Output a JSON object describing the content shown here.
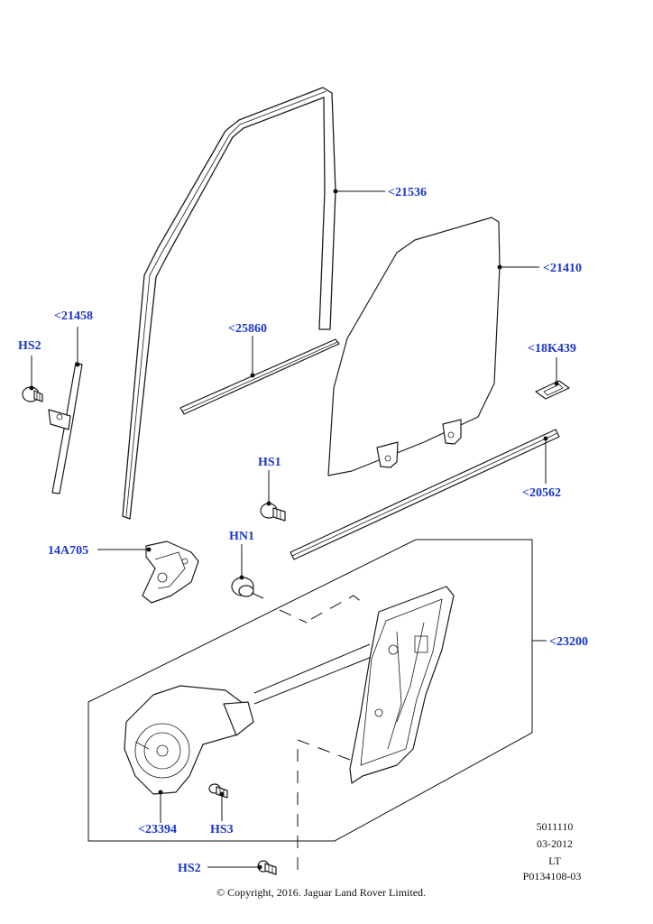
{
  "callouts": {
    "c21536": "<21536",
    "c21410": "<21410",
    "c21458": "<21458",
    "c25860": "<25860",
    "c18K439": "<18K439",
    "cHS2a": "HS2",
    "cHS1": "HS1",
    "c20562": "<20562",
    "c14A705": "14A705",
    "cHN1": "HN1",
    "c23200": "<23200",
    "c23394": "<23394",
    "cHS3": "HS3",
    "cHS2b": "HS2"
  },
  "meta": {
    "code": "5011110",
    "date": "03-2012",
    "side": "LT",
    "ref": "P0134108-03"
  },
  "copyright": "© Copyright, 2016. Jaguar Land Rover Limited.",
  "colors": {
    "callout": "#1a35c8",
    "line": "#1b1b1b"
  }
}
